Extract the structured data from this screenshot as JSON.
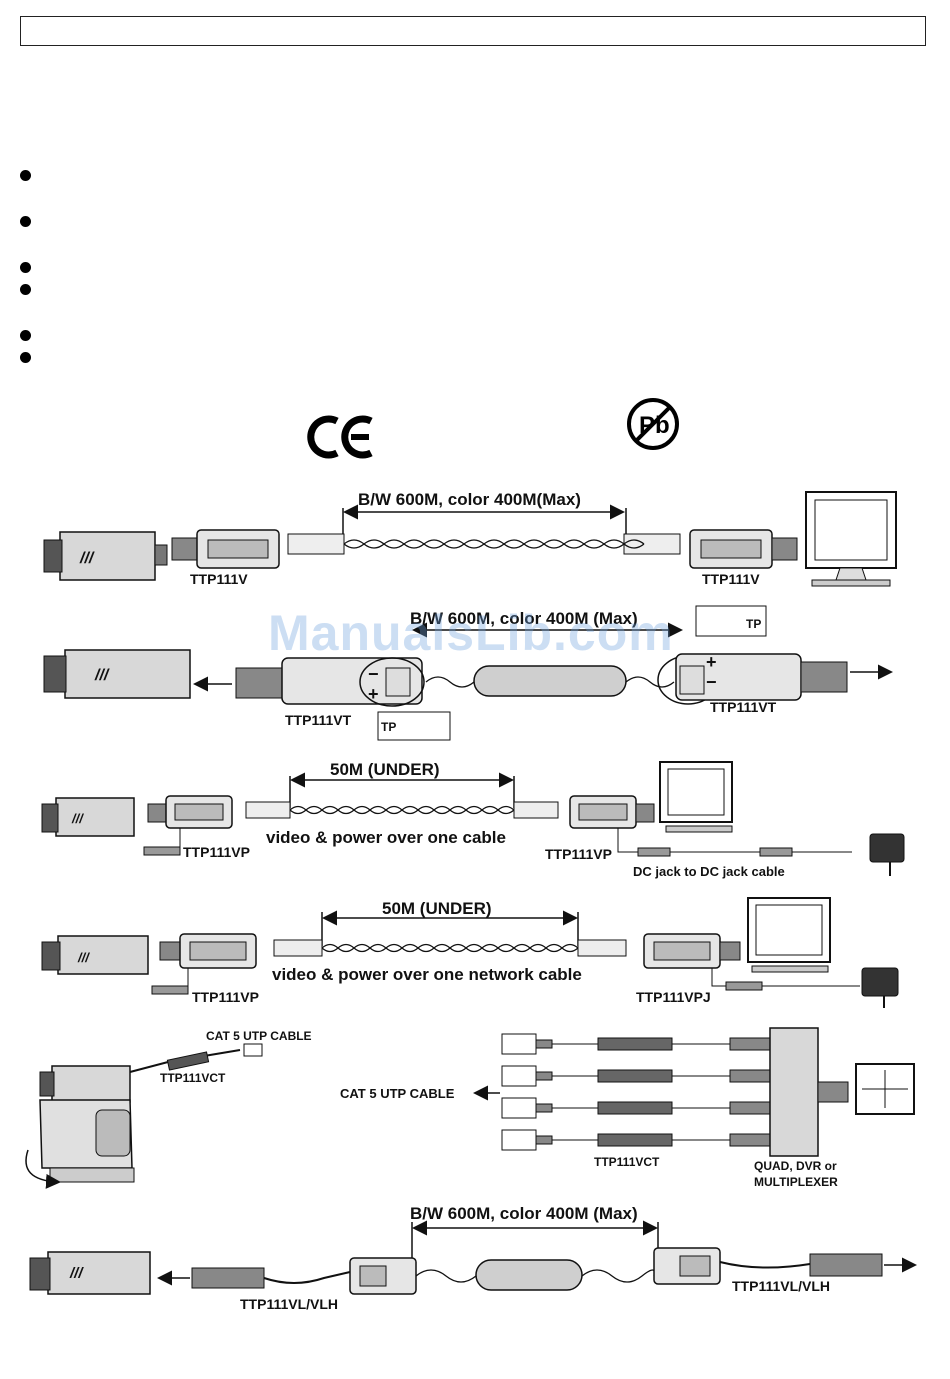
{
  "header": {
    "title_box": ""
  },
  "bullets_count": 6,
  "logos": {
    "ce": "CE",
    "pb": "Pb",
    "pb_icon": "pb-free-icon"
  },
  "watermark": "ManualsLib.com",
  "diagram1": {
    "distance": "B/W 600M, color 400M(Max)",
    "left_unit": "TTP111V",
    "right_unit": "TTP111V"
  },
  "diagram2": {
    "distance": "B/W 600M, color 400M (Max)",
    "left_unit": "TTP111VT",
    "right_unit": "TTP111VT",
    "tp_label": "TP",
    "plus": "+",
    "minus": "−"
  },
  "diagram3": {
    "distance": "50M (UNDER)",
    "caption": "video & power over one cable",
    "left_unit": "TTP111VP",
    "right_unit": "TTP111VP",
    "cable_note": "DC jack to DC jack cable"
  },
  "diagram4": {
    "distance": "50M (UNDER)",
    "caption": "video & power over one network cable",
    "left_unit": "TTP111VP",
    "right_unit": "TTP111VPJ"
  },
  "diagram5": {
    "cable_left": "CAT 5  UTP  CABLE",
    "unit_left": "TTP111VCT",
    "cable_mid": "CAT 5  UTP  CABLE",
    "unit_mid": "TTP111VCT",
    "quad_line1": "QUAD, DVR or",
    "quad_line2": "MULTIPLEXER"
  },
  "diagram6": {
    "distance": "B/W 600M, color 400M (Max)",
    "left_unit": "TTP111VL/VLH",
    "right_unit": "TTP111VL/VLH"
  }
}
